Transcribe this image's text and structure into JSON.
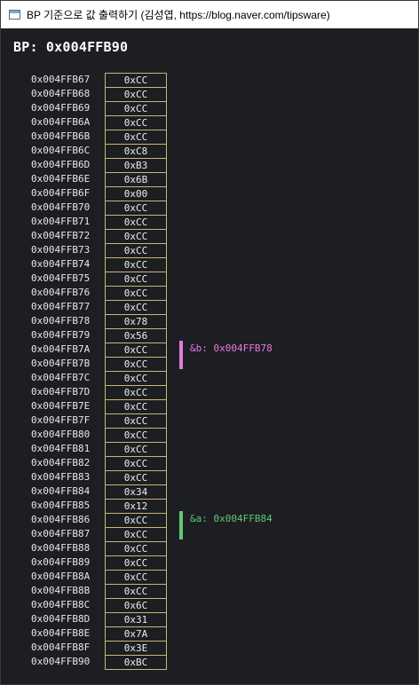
{
  "window": {
    "title": "BP 기준으로 값 출력하기 (김성엽, https://blog.naver.com/tipsware)"
  },
  "bp": {
    "label": "BP: 0x004FFB90"
  },
  "memory": [
    {
      "addr": "0x004FFB67",
      "val": "0xCC"
    },
    {
      "addr": "0x004FFB68",
      "val": "0xCC"
    },
    {
      "addr": "0x004FFB69",
      "val": "0xCC"
    },
    {
      "addr": "0x004FFB6A",
      "val": "0xCC"
    },
    {
      "addr": "0x004FFB6B",
      "val": "0xCC"
    },
    {
      "addr": "0x004FFB6C",
      "val": "0xC8"
    },
    {
      "addr": "0x004FFB6D",
      "val": "0xB3"
    },
    {
      "addr": "0x004FFB6E",
      "val": "0x6B"
    },
    {
      "addr": "0x004FFB6F",
      "val": "0x00"
    },
    {
      "addr": "0x004FFB70",
      "val": "0xCC"
    },
    {
      "addr": "0x004FFB71",
      "val": "0xCC"
    },
    {
      "addr": "0x004FFB72",
      "val": "0xCC"
    },
    {
      "addr": "0x004FFB73",
      "val": "0xCC"
    },
    {
      "addr": "0x004FFB74",
      "val": "0xCC"
    },
    {
      "addr": "0x004FFB75",
      "val": "0xCC"
    },
    {
      "addr": "0x004FFB76",
      "val": "0xCC"
    },
    {
      "addr": "0x004FFB77",
      "val": "0xCC"
    },
    {
      "addr": "0x004FFB78",
      "val": "0x78"
    },
    {
      "addr": "0x004FFB79",
      "val": "0x56"
    },
    {
      "addr": "0x004FFB7A",
      "val": "0xCC"
    },
    {
      "addr": "0x004FFB7B",
      "val": "0xCC"
    },
    {
      "addr": "0x004FFB7C",
      "val": "0xCC"
    },
    {
      "addr": "0x004FFB7D",
      "val": "0xCC"
    },
    {
      "addr": "0x004FFB7E",
      "val": "0xCC"
    },
    {
      "addr": "0x004FFB7F",
      "val": "0xCC"
    },
    {
      "addr": "0x004FFB80",
      "val": "0xCC"
    },
    {
      "addr": "0x004FFB81",
      "val": "0xCC"
    },
    {
      "addr": "0x004FFB82",
      "val": "0xCC"
    },
    {
      "addr": "0x004FFB83",
      "val": "0xCC"
    },
    {
      "addr": "0x004FFB84",
      "val": "0x34"
    },
    {
      "addr": "0x004FFB85",
      "val": "0x12"
    },
    {
      "addr": "0x004FFB86",
      "val": "0xCC"
    },
    {
      "addr": "0x004FFB87",
      "val": "0xCC"
    },
    {
      "addr": "0x004FFB88",
      "val": "0xCC"
    },
    {
      "addr": "0x004FFB89",
      "val": "0xCC"
    },
    {
      "addr": "0x004FFB8A",
      "val": "0xCC"
    },
    {
      "addr": "0x004FFB8B",
      "val": "0xCC"
    },
    {
      "addr": "0x004FFB8C",
      "val": "0x6C"
    },
    {
      "addr": "0x004FFB8D",
      "val": "0x31"
    },
    {
      "addr": "0x004FFB8E",
      "val": "0x7A"
    },
    {
      "addr": "0x004FFB8F",
      "val": "0x3E"
    },
    {
      "addr": "0x004FFB90",
      "val": "0xBC"
    }
  ],
  "annotations": {
    "b": {
      "text": "&b: 0x004FFB78",
      "color": "#e07ae0"
    },
    "a": {
      "text": "&a: 0x004FFB84",
      "color": "#5fc873"
    }
  },
  "colors": {
    "background": "#1d1e21",
    "cell_border": "#c9b67a",
    "text": "#e6e6e6"
  }
}
